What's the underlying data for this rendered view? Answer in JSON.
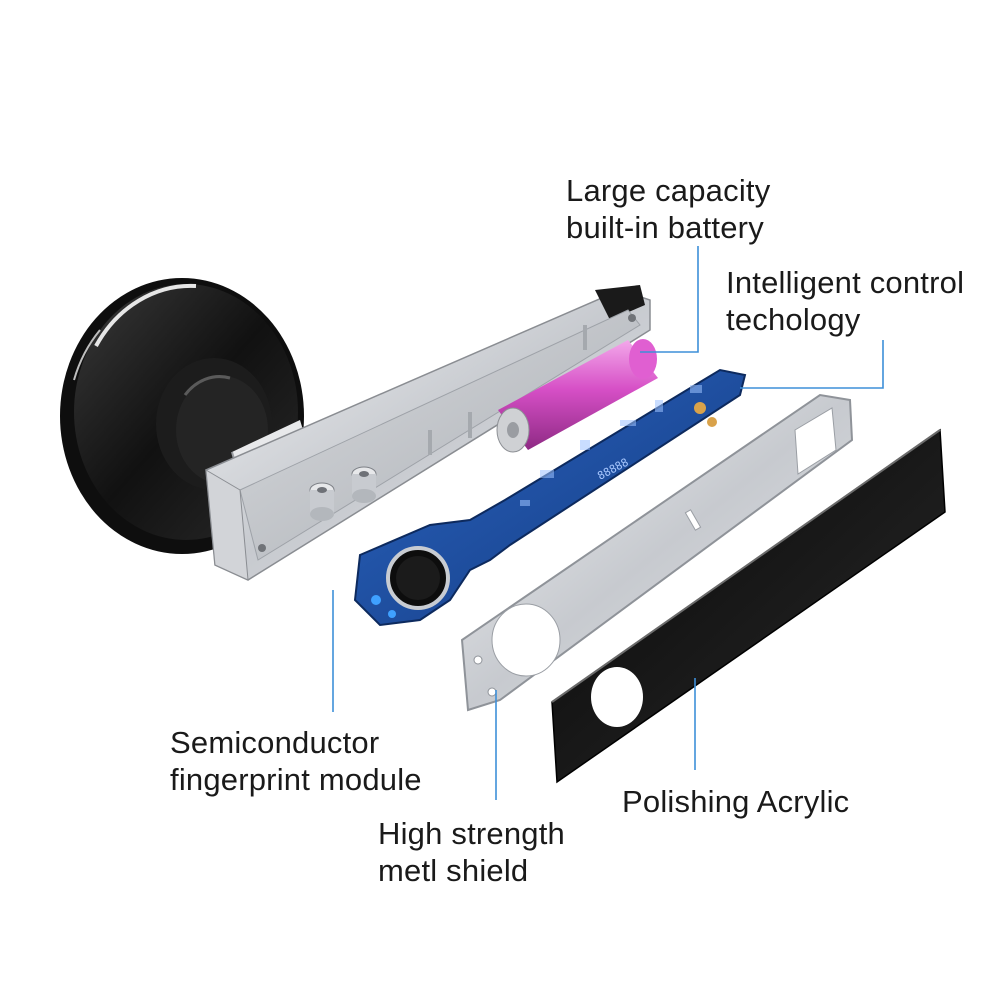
{
  "colors": {
    "leader_line": "#3d8fd8",
    "pcb": "#1f4fa3",
    "battery": "#d64fc6",
    "handle": "#1e1e1e",
    "metal": "#c9ccd1",
    "acrylic": "#1a1a1a"
  },
  "labels": {
    "battery": {
      "line1": "Large capacity",
      "line2": "built-in battery"
    },
    "control": {
      "line1": "Intelligent control",
      "line2": "techology"
    },
    "fingerprint": {
      "line1": "Semiconductor",
      "line2": "fingerprint module"
    },
    "shield": {
      "line1": "High strength",
      "line2": "metl shield"
    },
    "acrylic": {
      "line1": "Polishing Acrylic"
    }
  },
  "pcb_display_text": "88888"
}
